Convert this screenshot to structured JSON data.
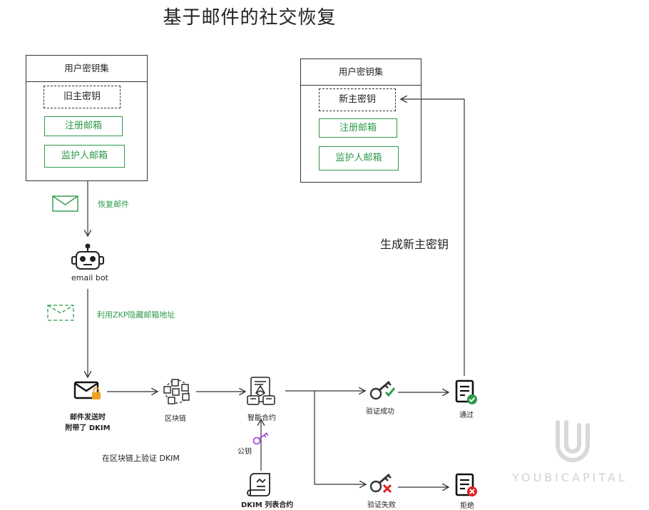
{
  "title": "基于邮件的社交恢复",
  "old_keyset": {
    "header": "用户密钥集",
    "main_key": "旧主密钥",
    "registered_email": "注册邮箱",
    "guardian_email": "监护人邮箱"
  },
  "new_keyset": {
    "header": "用户密钥集",
    "main_key": "新主密钥",
    "registered_email": "注册邮箱",
    "guardian_email": "监护人邮箱"
  },
  "flow": {
    "recovery_email": "恢复邮件",
    "bot_label": "email bot",
    "zkp_label": "利用ZKP隐藏邮箱地址",
    "mail_dkim_line1": "邮件发送时",
    "mail_dkim_line2": "附带了 DKIM",
    "blockchain": "区块链",
    "smart_contract": "智能合约",
    "public_key": "公钥",
    "dkim_contract": "DKIM 列表合约",
    "verify_on_chain": "在区块链上验证 DKIM",
    "verify_success": "验证成功",
    "verify_fail": "验证失败",
    "pass": "通过",
    "reject": "拒绝",
    "generate_new_key": "生成新主密钥"
  },
  "watermark": "YOUBICAPITAL",
  "colors": {
    "accent_green": "#2e9a4a",
    "line": "#333333",
    "lock_orange": "#f0a020",
    "key_purple": "#9b3fd6",
    "error_red": "#e02020"
  }
}
